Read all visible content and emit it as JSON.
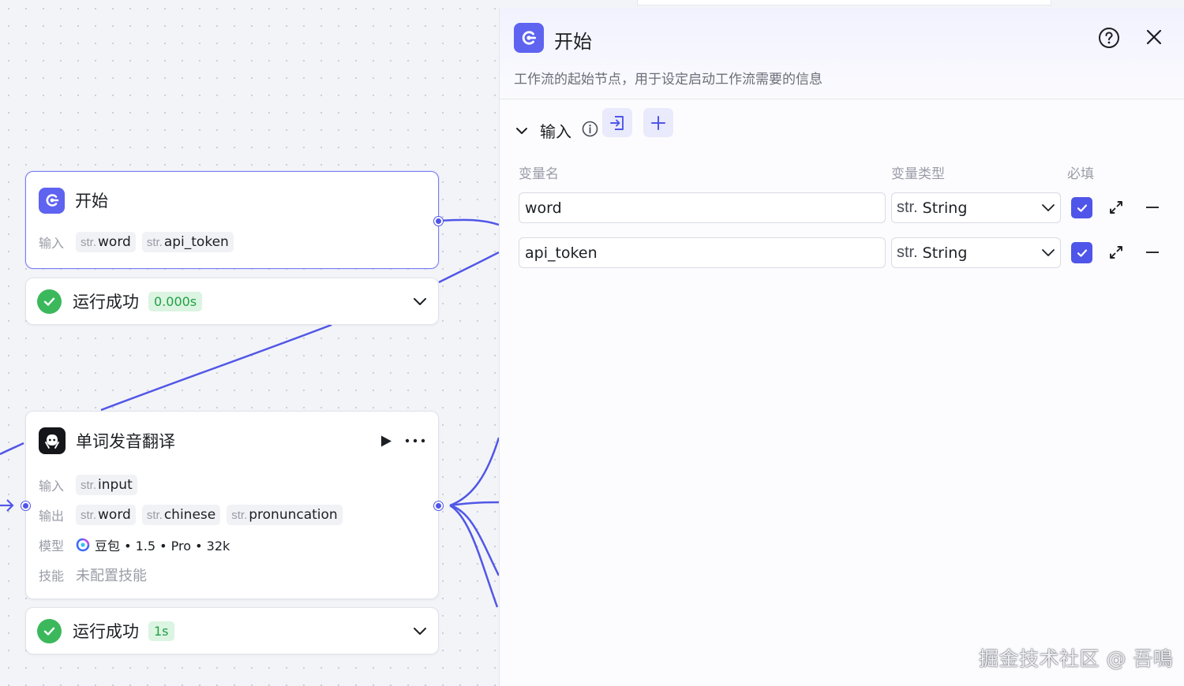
{
  "canvas": {
    "start_node": {
      "title": "开始",
      "input_label": "输入",
      "params": [
        {
          "type": "str.",
          "name": "word"
        },
        {
          "type": "str.",
          "name": "api_token"
        }
      ],
      "status": {
        "text": "运行成功",
        "duration": "0.000s"
      }
    },
    "llm_node": {
      "title": "单词发音翻译",
      "input_label": "输入",
      "inputs": [
        {
          "type": "str.",
          "name": "input"
        }
      ],
      "output_label": "输出",
      "outputs": [
        {
          "type": "str.",
          "name": "word"
        },
        {
          "type": "str.",
          "name": "chinese"
        },
        {
          "type": "str.",
          "name": "pronuncation"
        }
      ],
      "model_label": "模型",
      "model": "豆包 • 1.5 • Pro • 32k",
      "skill_label": "技能",
      "skill": "未配置技能",
      "status": {
        "text": "运行成功",
        "duration": "1s"
      }
    }
  },
  "panel": {
    "title": "开始",
    "description": "工作流的起始节点，用于设定启动工作流需要的信息",
    "section_title": "输入",
    "columns": {
      "name": "变量名",
      "type": "变量类型",
      "required": "必填"
    },
    "variables": [
      {
        "name": "word",
        "type_prefix": "str.",
        "type": "String",
        "required": true
      },
      {
        "name": "api_token",
        "type_prefix": "str.",
        "type": "String",
        "required": true
      }
    ]
  },
  "watermark": "掘金技术社区 @ 吾鳴",
  "colors": {
    "accent": "#4f55e8",
    "success": "#3cb85c",
    "edge": "#5157e6"
  }
}
